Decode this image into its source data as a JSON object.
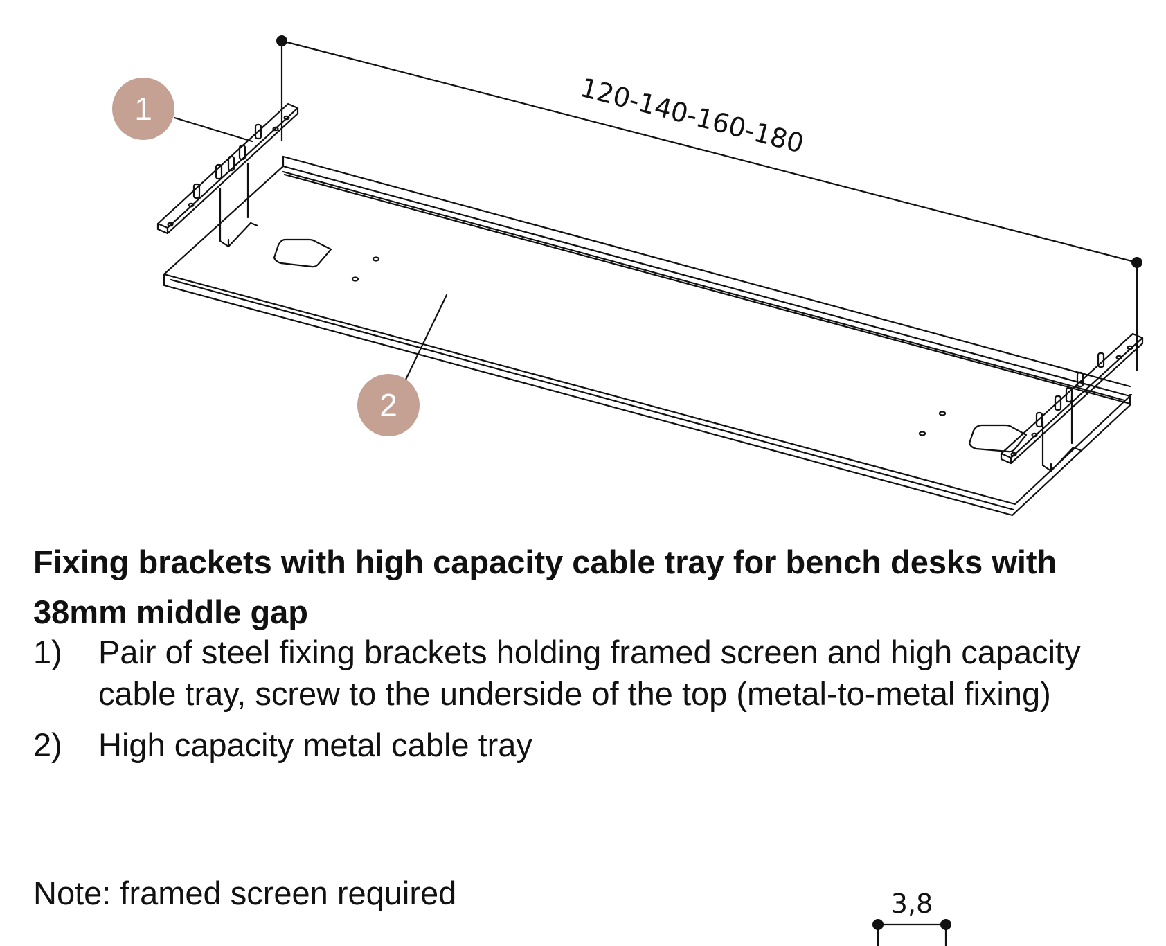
{
  "diagram": {
    "dimension_label": "120-140-160-180",
    "callouts": [
      {
        "number": "1"
      },
      {
        "number": "2"
      }
    ],
    "detail_dimension_label": "3,8",
    "callout_color": "#c4a193"
  },
  "description": {
    "heading": "Fixing brackets with high capacity cable tray for bench desks with 38mm middle gap",
    "items": [
      {
        "number": "1)",
        "text": "Pair of steel fixing brackets holding framed screen and high capacity cable tray, screw to the underside of the top (metal-to-metal fixing)"
      },
      {
        "number": "2)",
        "text": "High capacity metal cable tray"
      }
    ],
    "note": "Note: framed screen required"
  }
}
